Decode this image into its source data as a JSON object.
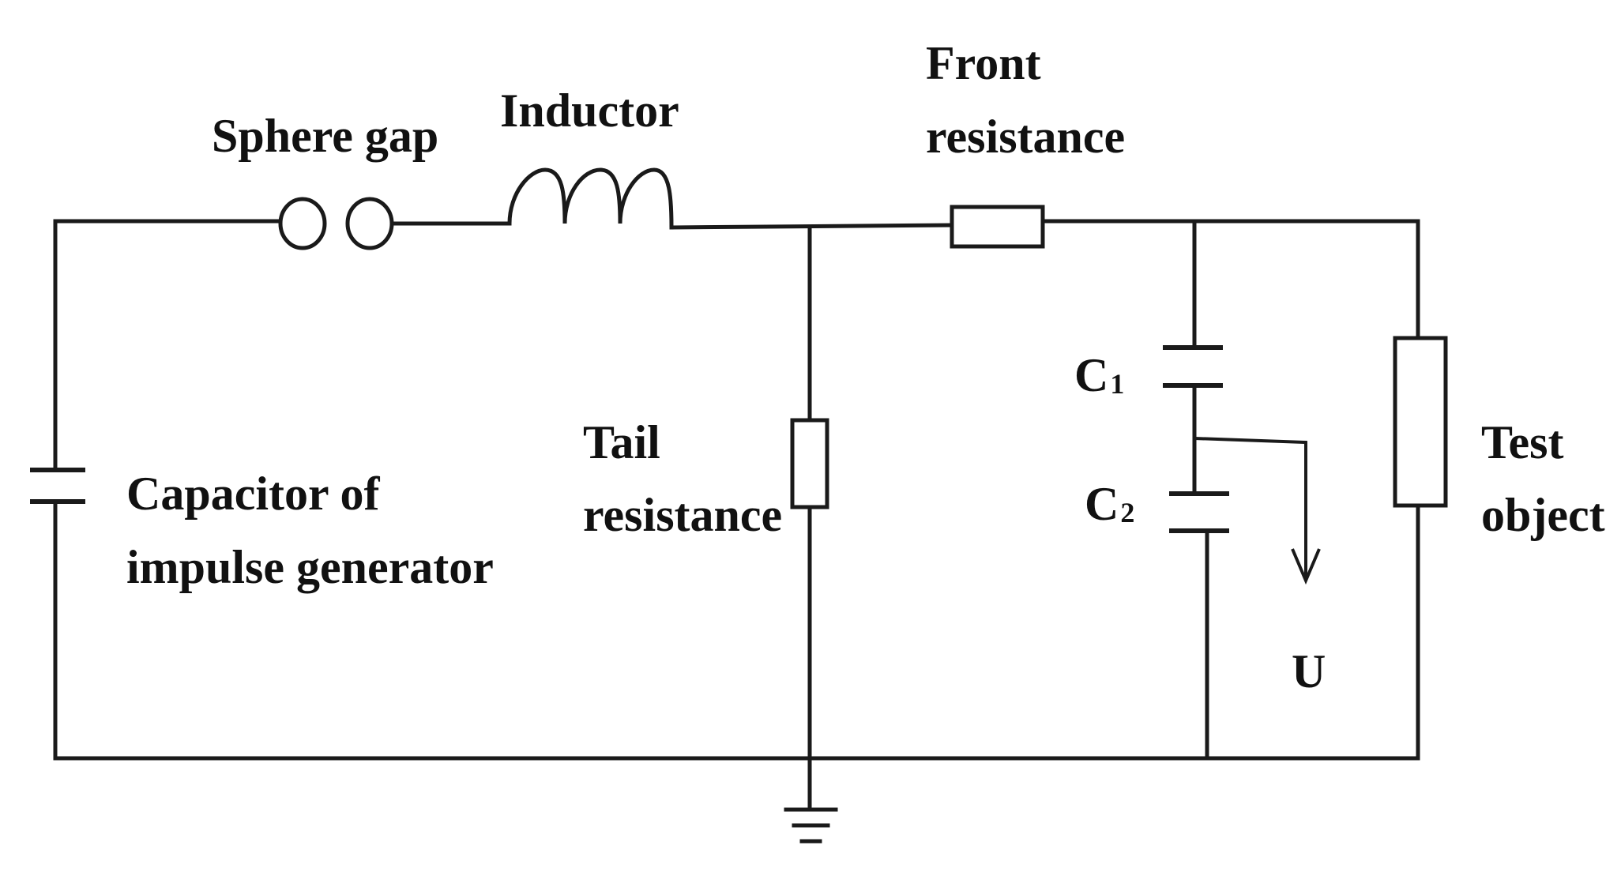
{
  "labels": {
    "sphere_gap": "Sphere gap",
    "inductor": "Inductor",
    "front_resistance_line1": "Front",
    "front_resistance_line2": "resistance",
    "tail_resistance_line1": "Tail",
    "tail_resistance_line2": "resistance",
    "capacitor_line1": "Capacitor of",
    "capacitor_line2": "impulse generator",
    "c1_main": "C",
    "c1_sub": "1",
    "c2_main": "C",
    "c2_sub": "2",
    "voltage": "U",
    "test_object_line1": "Test",
    "test_object_line2": "object"
  }
}
